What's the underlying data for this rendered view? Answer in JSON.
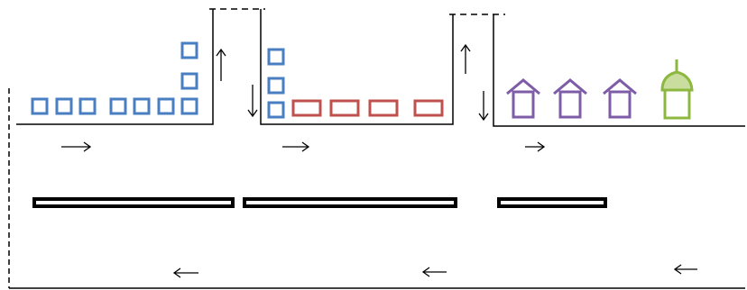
{
  "colors": {
    "line": "#000000",
    "blue": "#4a7ec2",
    "red": "#c0504d",
    "purple": "#7f5ca8",
    "green": "#8cb840",
    "background": "#ffffff"
  },
  "icons": {
    "small_square": "blue-square-icon",
    "long_rect": "red-rectangle-icon",
    "house": "purple-house-icon",
    "tower": "green-tower-icon",
    "arrow_right": "arrow-right-icon",
    "arrow_left": "arrow-left-icon",
    "arrow_up": "arrow-up-icon",
    "arrow_down": "arrow-down-icon"
  },
  "stages": [
    {
      "name": "stage-1",
      "blue_squares_row": 7,
      "blue_squares_stack": 2
    },
    {
      "name": "stage-2",
      "blue_squares_stack": 3,
      "red_rectangles": 4
    },
    {
      "name": "stage-3",
      "purple_houses": 3,
      "green_towers": 1
    }
  ],
  "tracks": {
    "count": 3
  }
}
